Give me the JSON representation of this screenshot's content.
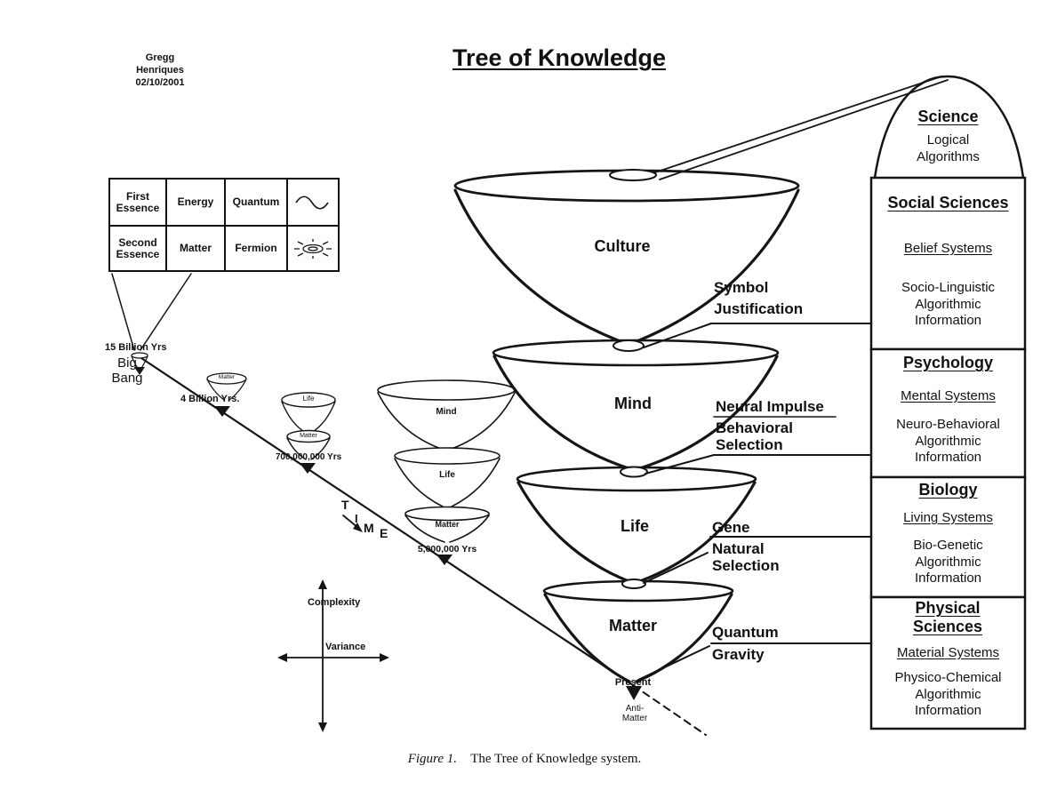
{
  "title": "Tree of Knowledge",
  "author": "Gregg\nHenriques\n02/10/2001",
  "caption": {
    "label": "Figure 1.",
    "text": "The Tree of Knowledge system."
  },
  "essence_table": {
    "row1": {
      "essence": "First Essence",
      "type": "Energy",
      "unit": "Quantum",
      "icon": "wave-icon"
    },
    "row2": {
      "essence": "Second Essence",
      "type": "Matter",
      "unit": "Fermion",
      "icon": "fermion-vortex-icon"
    }
  },
  "timeline": {
    "big_bang_years": "15 Billion Yrs",
    "big_bang": "Big Bang",
    "t1_years": "4 Billion Yrs.",
    "t2_years": "700,000,000 Yrs",
    "t3_years": "5,000,000 Yrs",
    "time_letters": [
      "T",
      "I",
      "M",
      "E"
    ],
    "present": "Present",
    "anti_matter": "Anti-\nMatter"
  },
  "axes": {
    "vertical": "Complexity",
    "horizontal": "Variance"
  },
  "funnels": {
    "main": {
      "culture": "Culture",
      "mind": "Mind",
      "life": "Life",
      "matter": "Matter"
    },
    "mini1": {
      "a": "Matter"
    },
    "mini2": {
      "a": "Life",
      "b": "Matter"
    },
    "mini3": {
      "a": "Mind",
      "b": "Life",
      "c": "Matter"
    }
  },
  "joint_labels": {
    "culture_mind": [
      "Symbol",
      "Justification"
    ],
    "mind_life": [
      "Neural Impulse",
      "Behavioral",
      "Selection"
    ],
    "life_matter": [
      "Gene",
      "Natural",
      "Selection"
    ],
    "matter_origin": [
      "Quantum",
      "Gravity"
    ]
  },
  "panel": {
    "science": {
      "title": "Science",
      "body": "Logical\nAlgorithms"
    },
    "boxes": [
      {
        "title": "Social Sciences",
        "subtitle": "Belief Systems",
        "body": "Socio-Linguistic\nAlgorithmic\nInformation"
      },
      {
        "title": "Psychology",
        "subtitle": "Mental Systems",
        "body": "Neuro-Behavioral\nAlgorithmic\nInformation"
      },
      {
        "title": "Biology",
        "subtitle": "Living Systems",
        "body": "Bio-Genetic\nAlgorithmic\nInformation"
      },
      {
        "title": "Physical Sciences",
        "subtitle": "Material Systems",
        "body": "Physico-Chemical\nAlgorithmic\nInformation"
      }
    ]
  },
  "colors": {
    "ink": "#151515",
    "background": "#ffffff"
  }
}
